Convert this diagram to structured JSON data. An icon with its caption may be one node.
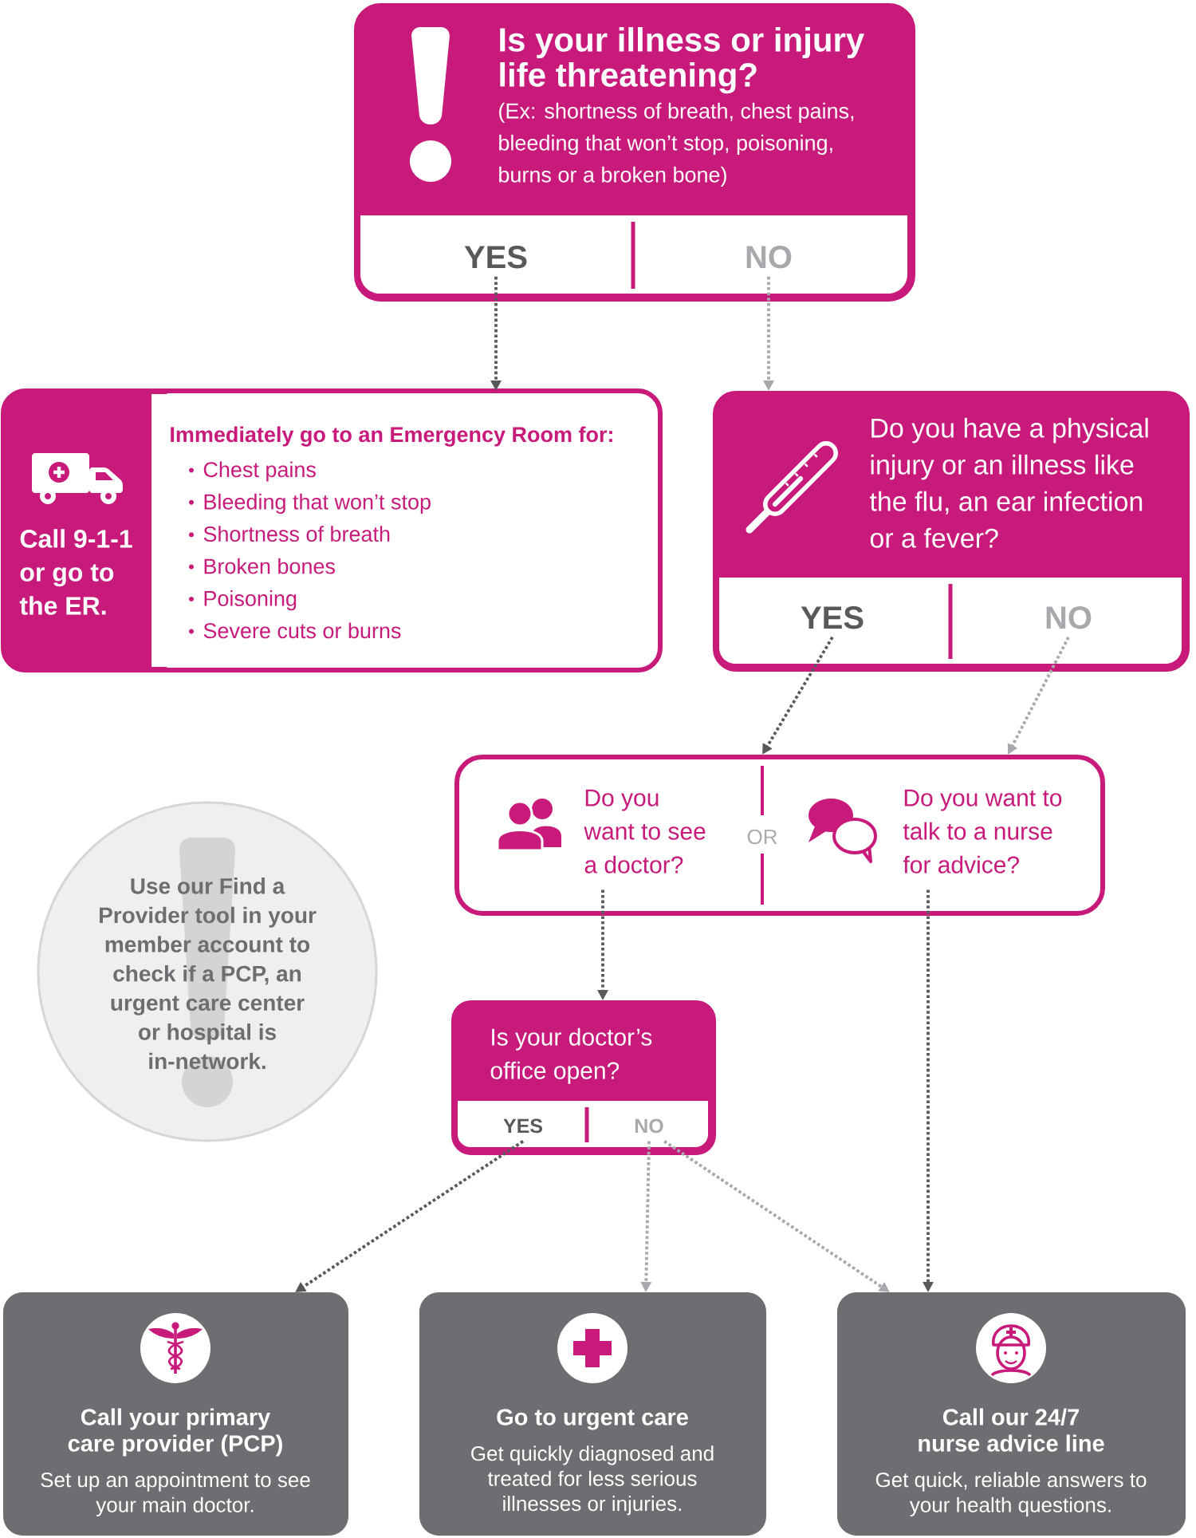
{
  "diagram": {
    "nodes": [
      {
        "text": [
          "Is your illness or injury life threatening?",
          "(Ex: shortness of breath, chest pains, bleeding that won’t stop, poisoning, burns or a broken bone)"
        ]
      },
      {
        "text": [
          "YES"
        ],
        "in": 0
      },
      {
        "text": [
          "NO"
        ],
        "in": 0
      },
      {
        "text": [
          "Call 9-1-1 or go to the ER.",
          "Immediately go to an Emergency Room for:",
          "Chest pains",
          "Bleeding that won’t stop",
          "Shortness of breath",
          "Broken bones",
          "Poisoning",
          "Severe cuts or burns"
        ]
      },
      {
        "text": [
          "Do you have a physical injury or an illness like the flu, an ear infection or a fever?"
        ]
      },
      {
        "text": [
          "YES"
        ],
        "in": 4
      },
      {
        "text": [
          "NO"
        ],
        "in": 4
      },
      {
        "text": [
          "OR"
        ]
      },
      {
        "text": [
          "Do you want to see a doctor?"
        ],
        "in": 7
      },
      {
        "text": [
          "Do you want to talk to a nurse for advice?"
        ],
        "in": 7
      },
      {
        "text": [
          "Use our Find a Provider tool in your member account to check if a PCP, an urgent care center or hospital is in-network."
        ]
      },
      {
        "text": [
          "Is your doctor’s office open?"
        ]
      },
      {
        "text": [
          "YES"
        ],
        "in": 11
      },
      {
        "text": [
          "NO"
        ],
        "in": 11
      },
      {
        "text": [
          "Call your primary care provider (PCP)",
          "Set up an appointment to see your main doctor."
        ]
      },
      {
        "text": [
          "Go to urgent care",
          "Get quickly diagnosed and treated for less serious illnesses or injuries."
        ]
      },
      {
        "text": [
          "Call our 24/7 nurse advice line",
          "Get quick, reliable answers to your health questions."
        ]
      }
    ],
    "edges": [
      {
        "from": 1,
        "to": 3,
        "arrow": "to",
        "style": "dashed"
      },
      {
        "from": 2,
        "to": 4,
        "arrow": "to",
        "style": "dashed",
        "color": "#a7a9ac"
      },
      {
        "from": 5,
        "to": 7,
        "arrow": "to",
        "style": "dashed"
      },
      {
        "from": 6,
        "to": 7,
        "arrow": "to",
        "style": "dashed",
        "color": "#a7a9ac"
      },
      {
        "from": 8,
        "to": 11,
        "arrow": "to",
        "style": "dashed"
      },
      {
        "from": 9,
        "to": 16,
        "arrow": "to",
        "style": "dashed"
      },
      {
        "from": 12,
        "to": 14,
        "arrow": "to",
        "style": "dashed"
      },
      {
        "from": 13,
        "to": 15,
        "arrow": "to",
        "style": "dashed",
        "color": "#a7a9ac"
      },
      {
        "from": 13,
        "to": 16,
        "arrow": "to",
        "style": "dashed",
        "color": "#a7a9ac"
      }
    ]
  }
}
